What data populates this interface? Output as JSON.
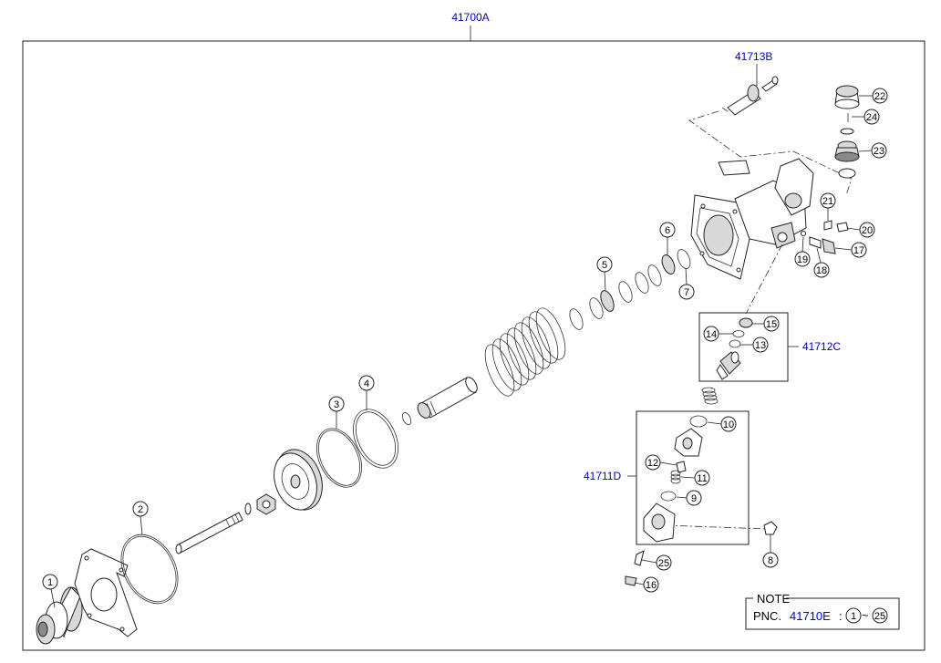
{
  "assembly": {
    "code": "41700A"
  },
  "subassemblies": [
    {
      "id": "41713B",
      "code": "41713B"
    },
    {
      "id": "41712C",
      "code": "41712C"
    },
    {
      "id": "41711D",
      "code": "41711D"
    }
  ],
  "callouts": [
    "1",
    "2",
    "3",
    "4",
    "5",
    "6",
    "7",
    "8",
    "9",
    "10",
    "11",
    "12",
    "13",
    "14",
    "15",
    "16",
    "17",
    "18",
    "19",
    "20",
    "21",
    "22",
    "23",
    "24",
    "25"
  ],
  "note": {
    "title": "NOTE",
    "pnc_label": "PNC.",
    "pnc_code": "41710E",
    "separator": ":",
    "range_start": "1",
    "range_tilde": "~",
    "range_end": "25"
  }
}
